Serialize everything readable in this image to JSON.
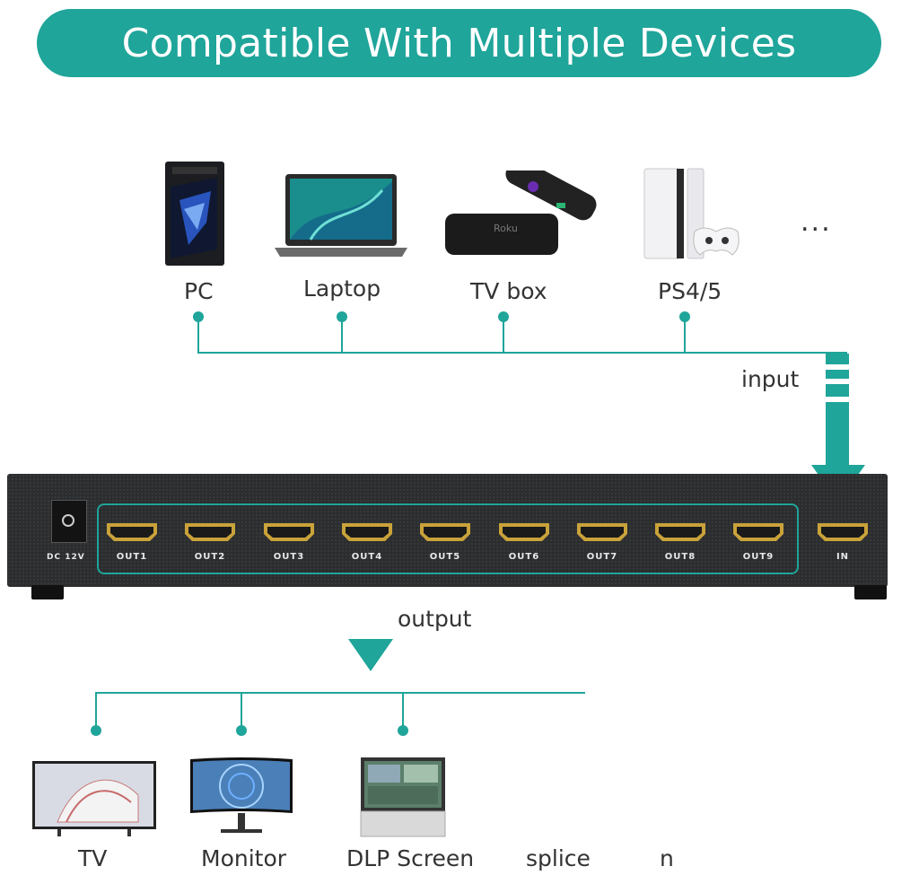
{
  "banner": {
    "title": "Compatible With Multiple Devices"
  },
  "inputs": [
    {
      "label": "PC",
      "icon": "pc-tower-icon"
    },
    {
      "label": "Laptop",
      "icon": "laptop-icon"
    },
    {
      "label": "TV box",
      "icon": "tv-box-icon"
    },
    {
      "label": "PS4/5",
      "icon": "game-console-icon"
    },
    {
      "label": "...",
      "icon": "more-icon"
    }
  ],
  "input_label": "input",
  "device": {
    "power_label": "DC 12V",
    "output_ports": [
      "OUT1",
      "OUT2",
      "OUT3",
      "OUT4",
      "OUT5",
      "OUT6",
      "OUT7",
      "OUT8",
      "OUT9"
    ],
    "input_port": "IN"
  },
  "output_label": "output",
  "outputs": [
    {
      "label": "TV",
      "icon": "tv-icon"
    },
    {
      "label": "Monitor",
      "icon": "monitor-icon"
    },
    {
      "label": "DLP Screen",
      "icon": "dlp-screen-icon"
    },
    {
      "label": "splice",
      "icon": ""
    },
    {
      "label": "n",
      "icon": ""
    }
  ],
  "colors": {
    "accent": "#1fa59a",
    "device_body": "#2b2d2f",
    "port_gold": "#c9a23a"
  }
}
